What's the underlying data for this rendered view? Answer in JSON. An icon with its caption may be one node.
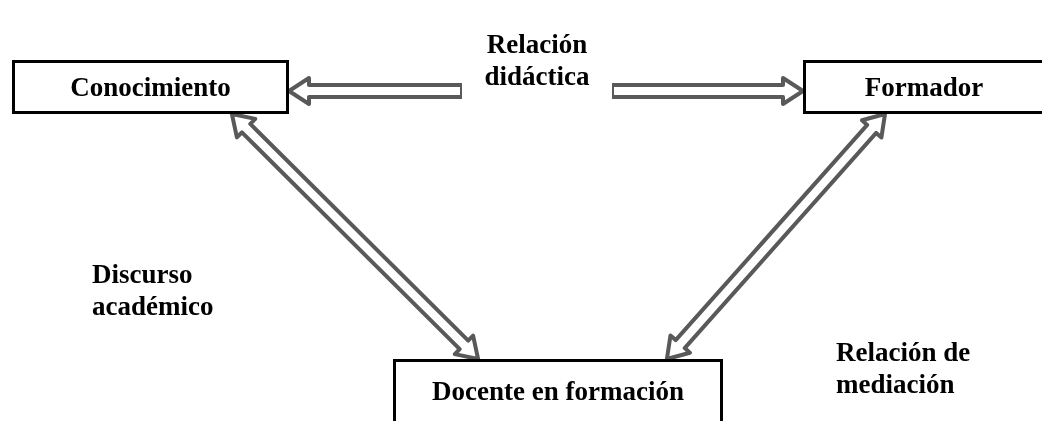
{
  "diagram": {
    "nodes": [
      {
        "text": [
          "Conocimiento"
        ]
      },
      {
        "text": [
          "Relación didáctica"
        ]
      },
      {
        "text": [
          "Formador"
        ]
      },
      {
        "text": [
          "Docente en formación"
        ]
      }
    ],
    "edges": [
      {
        "from": 1,
        "to": 0,
        "arrow": "to"
      },
      {
        "from": 1,
        "to": 2,
        "arrow": "to"
      },
      {
        "from": 0,
        "to": 3,
        "arrow": "both"
      },
      {
        "from": 2,
        "to": 3,
        "arrow": "both"
      }
    ],
    "labels": [
      "Discurso académico",
      "Relación de mediación"
    ]
  }
}
